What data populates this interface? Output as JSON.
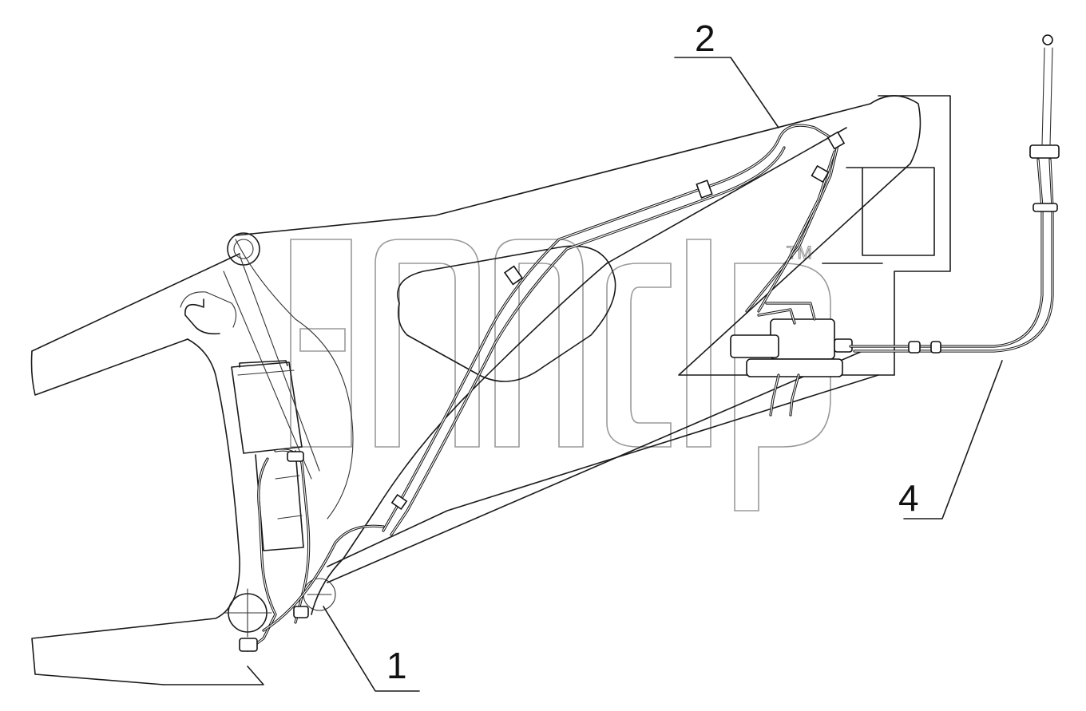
{
  "callouts": [
    {
      "id": "1",
      "label": "1"
    },
    {
      "id": "2",
      "label": "2"
    },
    {
      "id": "4",
      "label": "4"
    }
  ],
  "watermark": {
    "trademark": "TM"
  },
  "colors": {
    "line": "#1a1a1a",
    "background": "#ffffff",
    "watermark": "#9a9a9a"
  }
}
